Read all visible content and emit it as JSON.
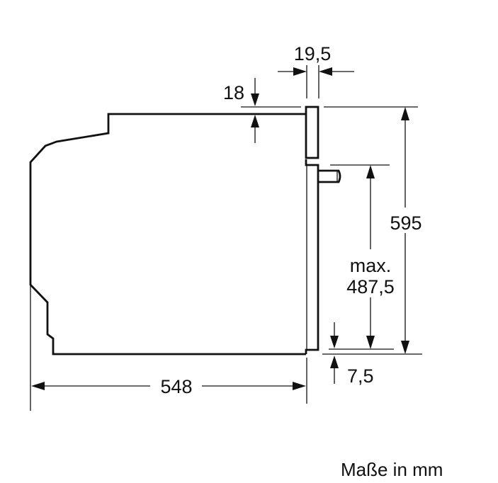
{
  "diagram": {
    "dimensions": {
      "front_thickness": "19,5",
      "top_offset": "18",
      "height": "595",
      "max_label": "max.",
      "max_height": "487,5",
      "bottom_offset": "7,5",
      "depth": "548"
    },
    "units_note": "Maße in mm",
    "line_color": "#111111"
  }
}
